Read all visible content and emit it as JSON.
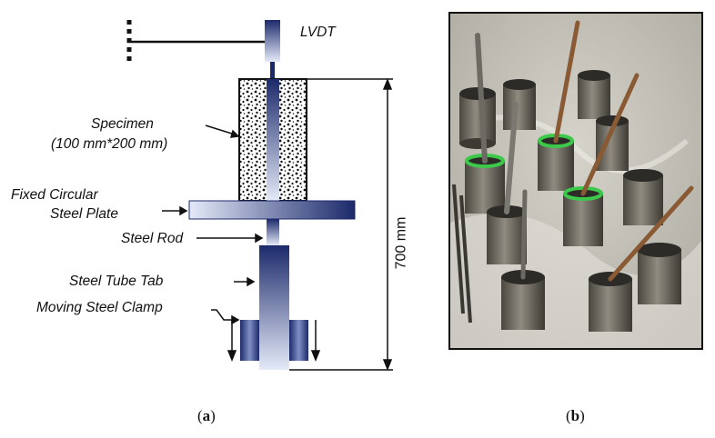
{
  "figure_a": {
    "labels": {
      "lvdt": "LVDT",
      "specimen": "Specimen",
      "specimen_size": "(100 mm*200 mm)",
      "plate_line1": "Fixed Circular",
      "plate_line2": "Steel Plate",
      "rod": "Steel Rod",
      "tube": "Steel Tube Tab",
      "clamp": "Moving Steel Clamp",
      "height": "700 mm"
    },
    "caption_letter": "a"
  },
  "figure_b": {
    "caption_letter": "b"
  },
  "colors": {
    "steel_dark": "#1c2a6b",
    "steel_light": "#dfe6f7",
    "concrete": "#ffffff",
    "tape_green": "#3cc84a"
  }
}
